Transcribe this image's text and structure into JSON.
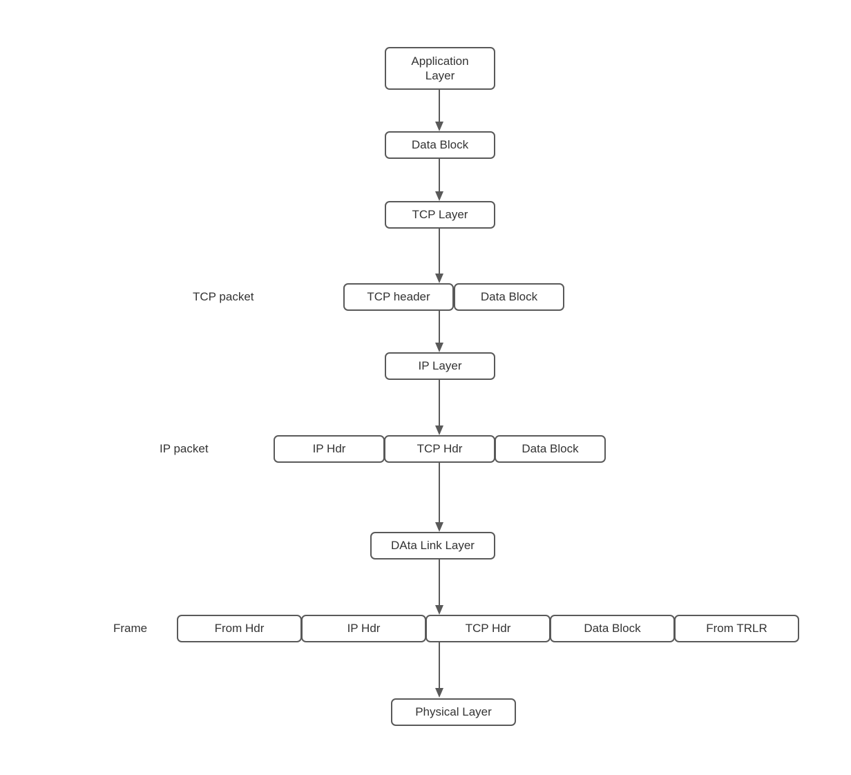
{
  "diagram": {
    "type": "flowchart",
    "colors": {
      "background": "#ffffff",
      "node_fill": "#ffffff",
      "node_border": "#595959",
      "text": "#333333",
      "arrow": "#595959"
    },
    "nodes": {
      "application_layer": "Application Layer",
      "data_block_1": "Data Block",
      "tcp_layer": "TCP Layer",
      "tcp_header": "TCP header",
      "data_block_2": "Data Block",
      "ip_layer": "IP Layer",
      "ip_hdr_1": "IP Hdr",
      "tcp_hdr_1": "TCP Hdr",
      "data_block_3": "Data Block",
      "data_link_layer": "DAta Link Layer",
      "from_hdr": "From Hdr",
      "ip_hdr_2": "IP Hdr",
      "tcp_hdr_2": "TCP Hdr",
      "data_block_4": "Data Block",
      "from_trlr": "From TRLR",
      "physical_layer": "Physical Layer"
    },
    "row_labels": {
      "tcp_packet": "TCP packet",
      "ip_packet": "IP packet",
      "frame": "Frame"
    }
  }
}
